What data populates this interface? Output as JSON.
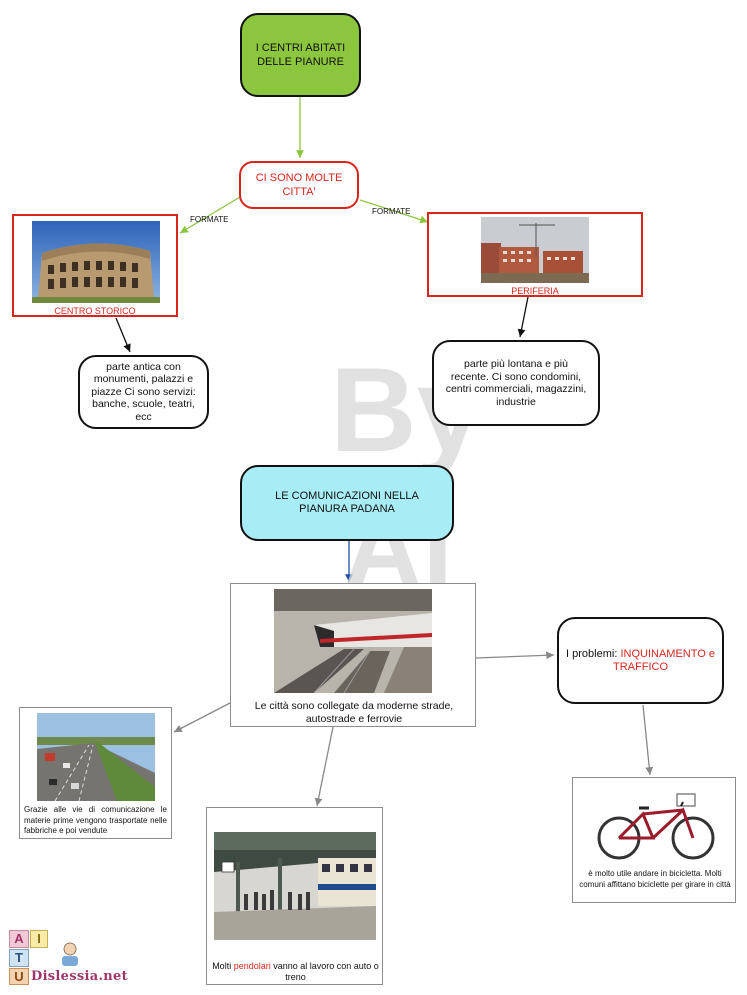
{
  "nodes": {
    "root": "I CENTRI ABITATI DELLE PIANURE",
    "cities": "CI SONO MOLTE CITTA'",
    "link_left": "FORMATE",
    "link_right": "FORMATE",
    "centro_storico": "CENTRO STORICO",
    "centro_desc": "parte antica con monumenti, palazzi e piazze Ci sono servizi: banche, scuole, teatri, ecc",
    "periferia": "PERIFERIA",
    "periferia_desc": "parte più lontana e più recente. Ci sono condomini, centri commerciali, magazzini, industrie",
    "comunicazioni": "LE COMUNICAZIONI NELLA PIANURA PADANA",
    "collegate": "Le città sono collegate da moderne strade, autostrade e ferrovie",
    "problemi_prefix": "I problemi: ",
    "problemi_highlight": "INQUINAMENTO e TRAFFICO",
    "merci": "Grazie alle vie di comunicazione le materie prime vengono trasportate nelle fabbriche e poi vendute",
    "pendolari_pre": "Molti ",
    "pendolari_highlight": "pendolari",
    "pendolari_post": " vanno al lavoro con auto o treno",
    "bicicletta": "è molto utile andare in bicicletta. Molti comuni affittano biciclette per girare in città"
  },
  "watermark": {
    "line1": "By",
    "line2": "Ai"
  },
  "logo": {
    "text": "Dislessia.net",
    "letters": [
      "A",
      "I",
      "T",
      "U"
    ]
  },
  "colors": {
    "root_fill": "#8cc63f",
    "comunicazioni_fill": "#a8ecf5",
    "red": "#d9261c",
    "link_green": "#8cc63f",
    "link_blue": "#1f4fa8"
  },
  "icons": [
    "colosseum-photo",
    "construction-photo",
    "train-photo",
    "highway-photo",
    "station-photo",
    "bicycle-photo"
  ]
}
